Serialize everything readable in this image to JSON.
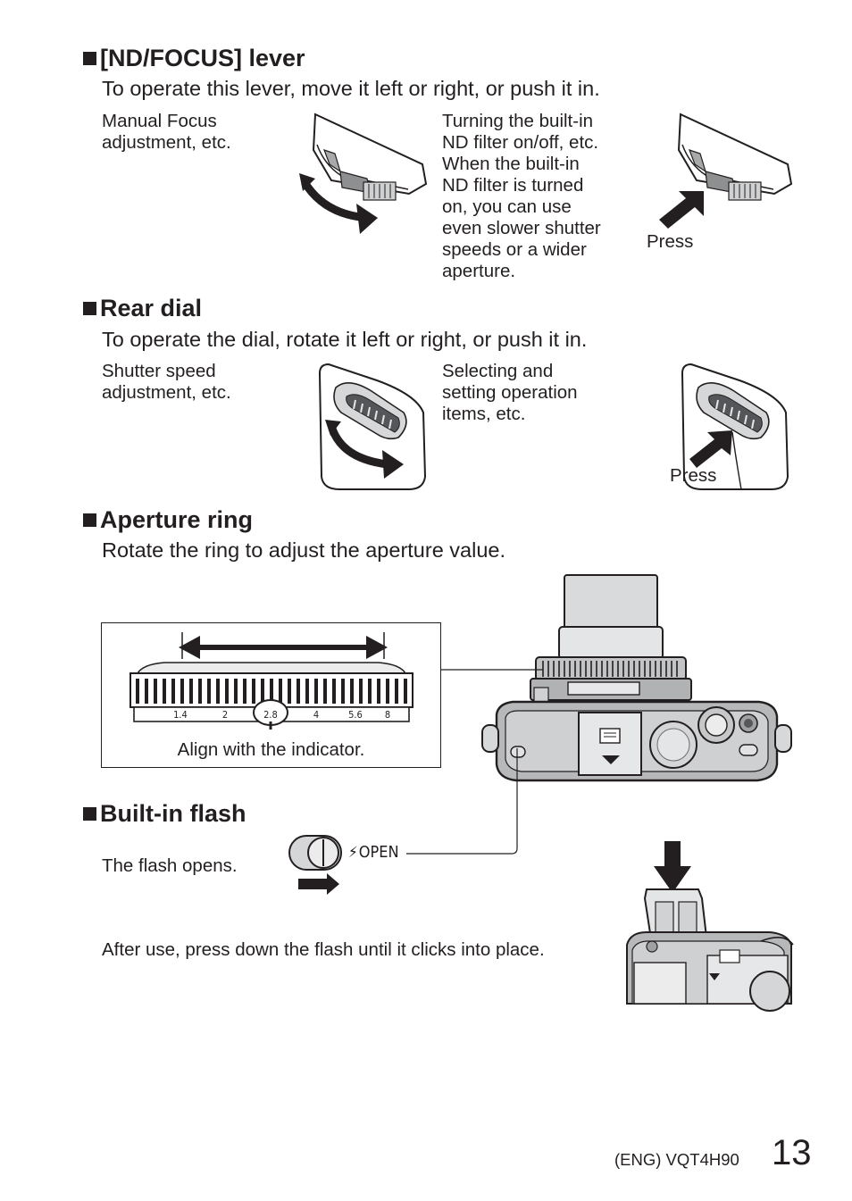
{
  "sections": {
    "nd_focus": {
      "title": "[ND/FOCUS] lever",
      "intro": "To operate this lever, move it left or right, or push it in.",
      "left_caption": [
        "Manual Focus",
        "adjustment, etc."
      ],
      "right_caption": [
        "Turning the built-in",
        "ND filter on/off, etc.",
        "When the built-in",
        "ND filter is turned",
        "on, you can use",
        "even slower shutter",
        "speeds or a wider",
        "aperture."
      ],
      "press_label": "Press"
    },
    "rear_dial": {
      "title": "Rear dial",
      "intro": "To operate the dial, rotate it left or right, or push it in.",
      "left_caption": [
        "Shutter speed",
        "adjustment, etc."
      ],
      "right_caption": [
        "Selecting and",
        "setting operation",
        "items, etc."
      ],
      "press_label": "Press"
    },
    "aperture_ring": {
      "title": "Aperture ring",
      "intro": "Rotate the ring to adjust the aperture value.",
      "scale": [
        "1.4",
        "2",
        "2.8",
        "4",
        "5.6",
        "8"
      ],
      "box_caption": "Align with the indicator."
    },
    "built_in_flash": {
      "title": "Built-in flash",
      "caption": "The flash opens.",
      "switch_label": "OPEN",
      "after_use": "After use, press down the flash until it clicks into place."
    }
  },
  "footer": {
    "code": "(ENG) VQT4H90",
    "page_number": "13"
  }
}
